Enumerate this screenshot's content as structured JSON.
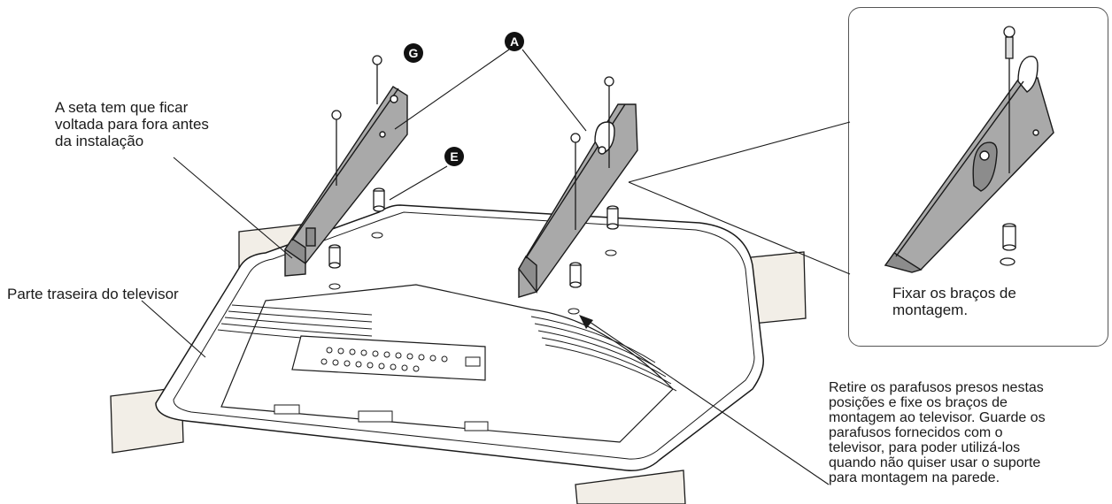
{
  "callouts": {
    "g": "G",
    "a": "A",
    "e": "E"
  },
  "labels": {
    "arrow_note": "A seta tem que ficar\nvoltada para fora antes\nda instalação",
    "tv_back": "Parte traseira do televisor",
    "detail_caption": "Fixar os braços de\nmontagem.",
    "screw_note": "Retire os parafusos presos nestas\nposições e fixe os braços de\nmontagem ao televisor. Guarde os\nparafusos fornecidos com o\ntelevisor, para poder utilizá-los\nquando não quiser usar o suporte\npara montagem na parede."
  },
  "colors": {
    "line": "#1a1a1a",
    "bracket_fill": "#a9a9a9",
    "pad_fill": "#f2eee7",
    "tv_fill": "#ffffff",
    "callout_fill": "#111111"
  }
}
